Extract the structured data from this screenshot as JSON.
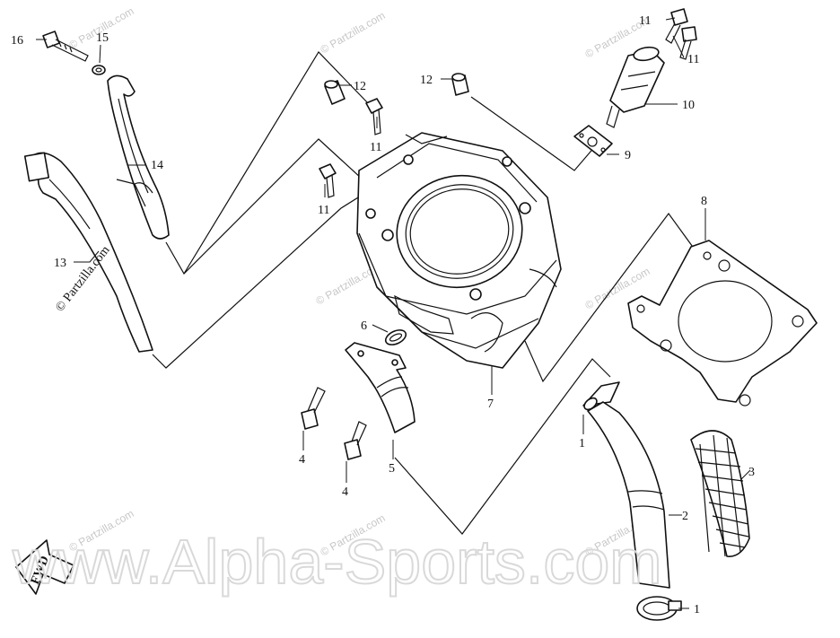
{
  "labels": {
    "l1a": "1",
    "l1b": "1",
    "l2": "2",
    "l3": "3",
    "l4a": "4",
    "l4b": "4",
    "l5": "5",
    "l6": "6",
    "l7": "7",
    "l8": "8",
    "l9": "9",
    "l10": "10",
    "l11a": "11",
    "l11b": "11",
    "l11c": "11",
    "l11d": "11",
    "l12a": "12",
    "l12b": "12",
    "l13": "13",
    "l14": "14",
    "l15": "15",
    "l16": "16"
  },
  "watermarks": {
    "main": "www.Alpha-Sports.com",
    "side": "© Partzilla.com",
    "small": "© Partzilla.com"
  },
  "arrow_label": "FWD"
}
